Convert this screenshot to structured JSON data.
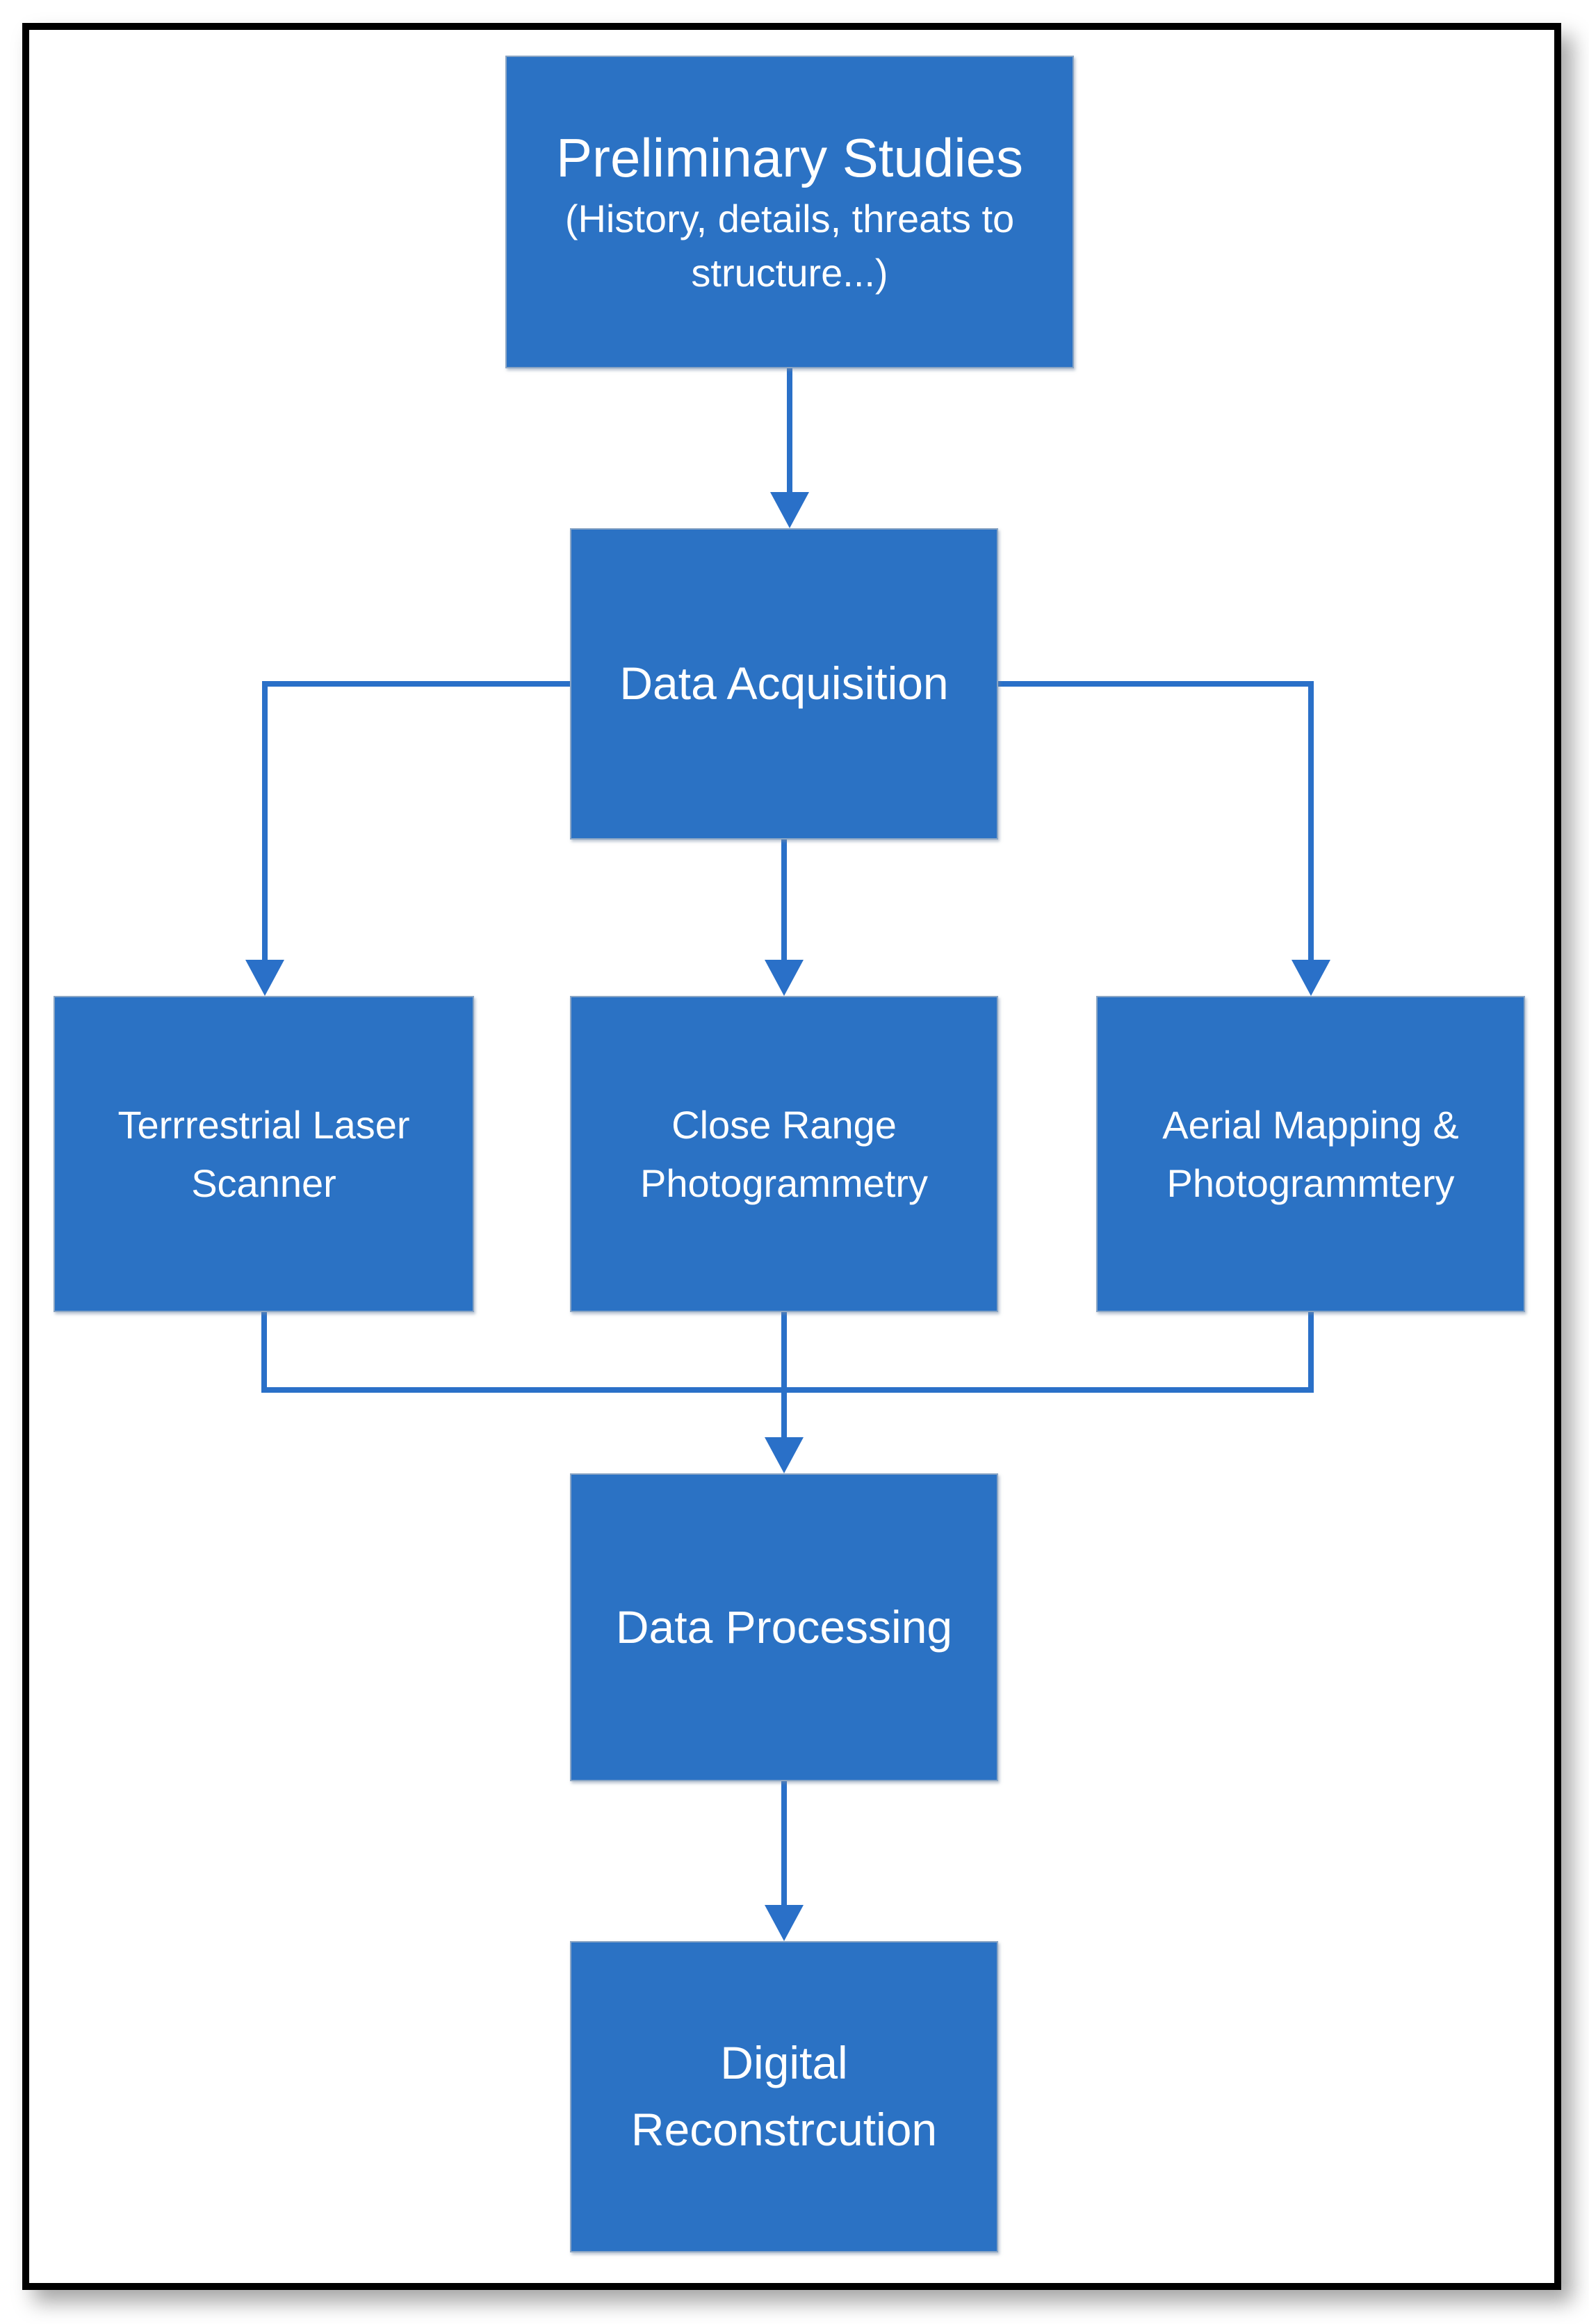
{
  "palette": {
    "box_fill": "#2b72c4",
    "box_border": "#8aa5c4",
    "connector": "#2a70c8",
    "text": "#ffffff",
    "frame_border": "#000000",
    "page_bg": "#ffffff"
  },
  "nodes": {
    "preliminary": {
      "title": "Preliminary Studies",
      "subtitle_line1": "(History, details, threats to",
      "subtitle_line2": "structure...)"
    },
    "data_acquisition": {
      "label": "Data Acquisition"
    },
    "terrestrial_laser": {
      "line1": "Terrrestrial Laser",
      "line2": "Scanner"
    },
    "close_range": {
      "line1": "Close Range",
      "line2": "Photogrammetry"
    },
    "aerial_mapping": {
      "line1": "Aerial Mapping &",
      "line2": "Photogrammtery"
    },
    "data_processing": {
      "label": "Data Processing"
    },
    "digital_reconstruction": {
      "line1": "Digital",
      "line2": "Reconstrcution"
    }
  },
  "edges": [
    {
      "from": "Preliminary Studies",
      "to": "Data Acquisition"
    },
    {
      "from": "Data Acquisition",
      "to": "Terrrestrial Laser Scanner"
    },
    {
      "from": "Data Acquisition",
      "to": "Close Range Photogrammetry"
    },
    {
      "from": "Data Acquisition",
      "to": "Aerial Mapping & Photogrammtery"
    },
    {
      "from": "Terrrestrial Laser Scanner",
      "to": "Data Processing"
    },
    {
      "from": "Close Range Photogrammetry",
      "to": "Data Processing"
    },
    {
      "from": "Aerial Mapping & Photogrammtery",
      "to": "Data Processing"
    },
    {
      "from": "Data Processing",
      "to": "Digital Reconstrcution"
    }
  ]
}
